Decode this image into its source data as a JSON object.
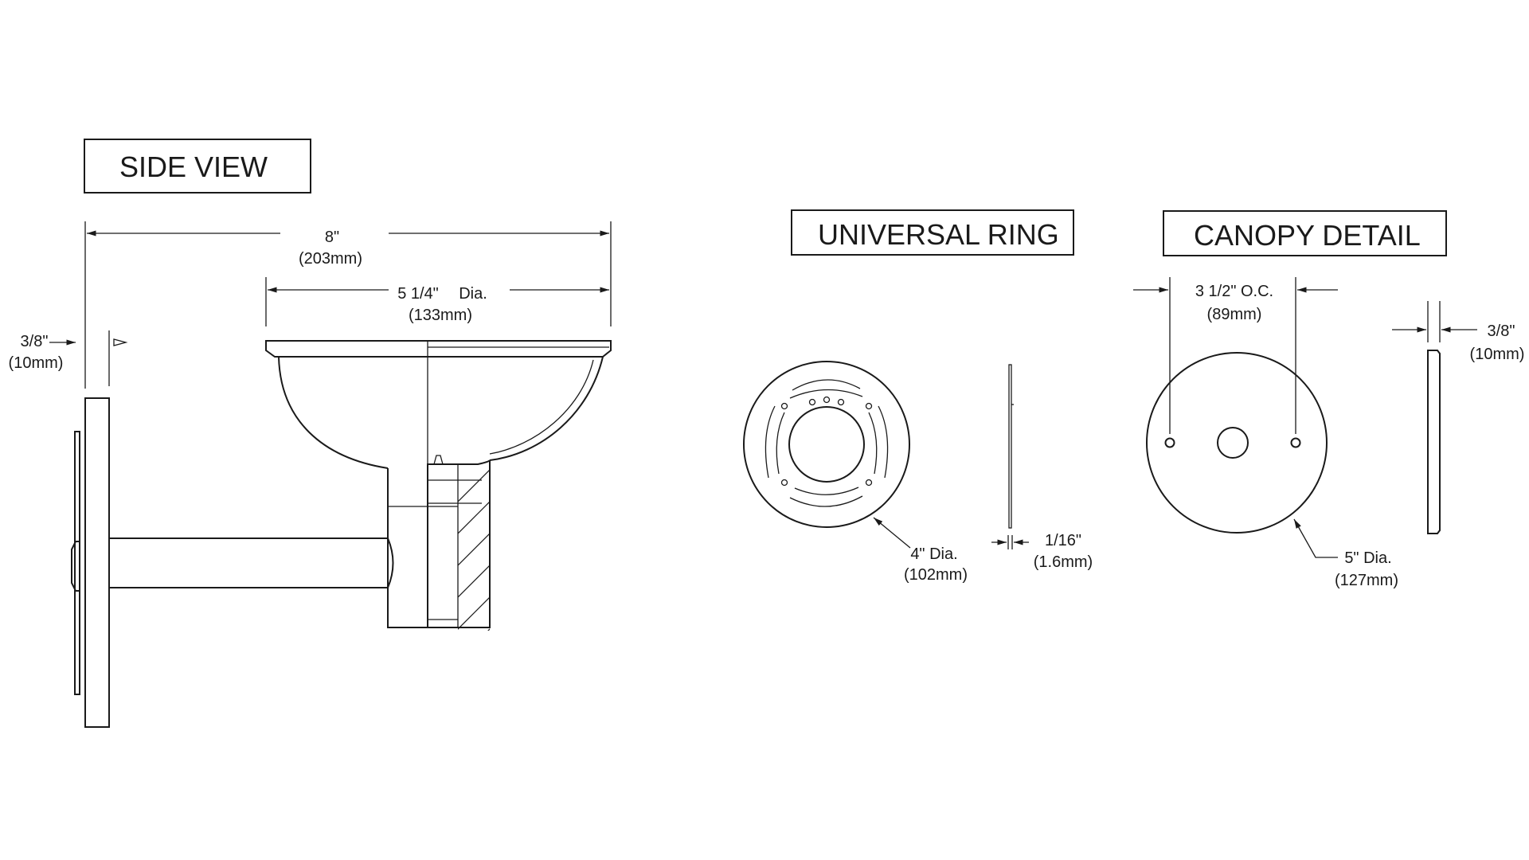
{
  "side_view": {
    "title": "SIDE VIEW",
    "overall_width": "8\"",
    "overall_width_mm": "(203mm)",
    "bowl_dia": "5 1/4\"",
    "bowl_dia_suffix": "Dia.",
    "bowl_dia_mm": "(133mm)",
    "backplate_thickness": "3/8\"",
    "backplate_thickness_mm": "(10mm)"
  },
  "universal_ring": {
    "title": "UNIVERSAL RING",
    "diameter": "4\" Dia.",
    "diameter_mm": "(102mm)",
    "thickness": "1/16\"",
    "thickness_mm": "(1.6mm)"
  },
  "canopy_detail": {
    "title": "CANOPY DETAIL",
    "hole_spacing": "3 1/2\" O.C.",
    "hole_spacing_mm": "(89mm)",
    "thickness": "3/8\"",
    "thickness_mm": "(10mm)",
    "diameter": "5\" Dia.",
    "diameter_mm": "(127mm)"
  }
}
